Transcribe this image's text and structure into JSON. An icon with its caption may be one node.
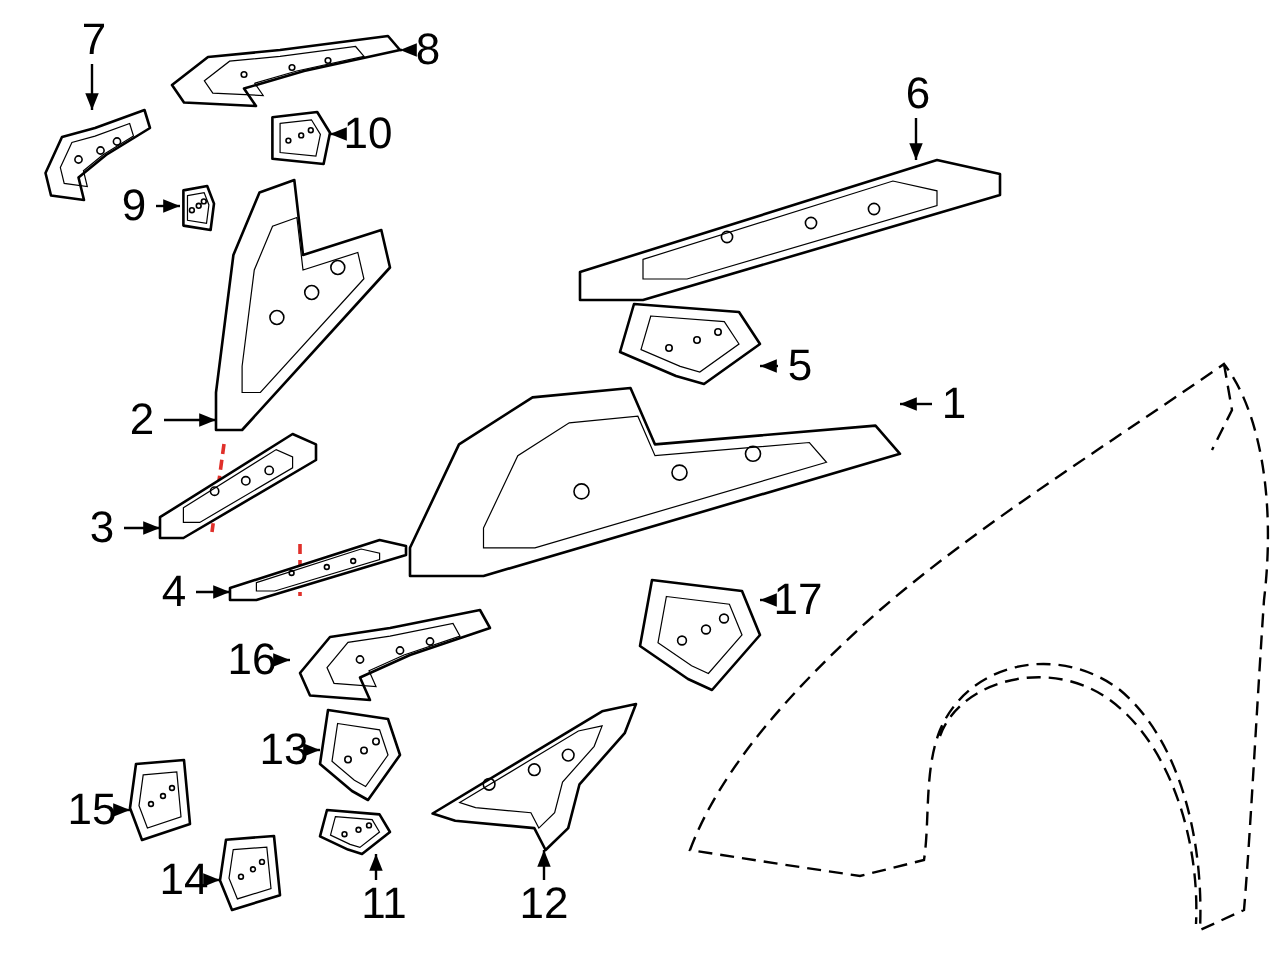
{
  "diagram": {
    "nodes": [
      {
        "text": [
          "7"
        ]
      },
      {
        "text": [
          "8"
        ]
      },
      {
        "text": [
          "6"
        ]
      },
      {
        "text": [
          "10"
        ]
      },
      {
        "text": [
          "9"
        ]
      },
      {
        "text": [
          "5"
        ]
      },
      {
        "text": [
          "2"
        ]
      },
      {
        "text": [
          "1"
        ]
      },
      {
        "text": [
          "3"
        ]
      },
      {
        "text": [
          "4"
        ]
      },
      {
        "text": [
          "17"
        ]
      },
      {
        "text": [
          "16"
        ]
      },
      {
        "text": [
          "13"
        ]
      },
      {
        "text": [
          "15"
        ]
      },
      {
        "text": [
          "14"
        ]
      },
      {
        "text": [
          "11"
        ]
      },
      {
        "text": [
          "12"
        ]
      },
      {
        "text": [],
        "shape": "picture"
      },
      {
        "text": [],
        "shape": "picture"
      },
      {
        "text": [],
        "shape": "picture"
      },
      {
        "text": [],
        "shape": "picture"
      },
      {
        "text": [],
        "shape": "picture"
      },
      {
        "text": [],
        "shape": "picture"
      },
      {
        "text": [],
        "shape": "picture"
      },
      {
        "text": [],
        "shape": "picture"
      },
      {
        "text": [],
        "shape": "picture"
      },
      {
        "text": [],
        "shape": "picture"
      },
      {
        "text": [],
        "shape": "picture"
      },
      {
        "text": [],
        "shape": "picture"
      },
      {
        "text": [],
        "shape": "picture"
      },
      {
        "text": [],
        "shape": "picture"
      },
      {
        "text": [],
        "shape": "picture"
      },
      {
        "text": [],
        "shape": "picture"
      },
      {
        "text": [],
        "shape": "picture"
      }
    ],
    "edges": [
      {
        "from": 0,
        "to": 17,
        "arrow": "to"
      },
      {
        "from": 1,
        "to": 18,
        "arrow": "to"
      },
      {
        "from": 2,
        "to": 19,
        "arrow": "to"
      },
      {
        "from": 3,
        "to": 20,
        "arrow": "to"
      },
      {
        "from": 4,
        "to": 21,
        "arrow": "to"
      },
      {
        "from": 5,
        "to": 22,
        "arrow": "to"
      },
      {
        "from": 6,
        "to": 23,
        "arrow": "to"
      },
      {
        "from": 7,
        "to": 24,
        "arrow": "to"
      },
      {
        "from": 8,
        "to": 25,
        "arrow": "to"
      },
      {
        "from": 9,
        "to": 26,
        "arrow": "to"
      },
      {
        "from": 10,
        "to": 27,
        "arrow": "to"
      },
      {
        "from": 11,
        "to": 28,
        "arrow": "to"
      },
      {
        "from": 12,
        "to": 29,
        "arrow": "to"
      },
      {
        "from": 13,
        "to": 30,
        "arrow": "to"
      },
      {
        "from": 14,
        "to": 31,
        "arrow": "to"
      },
      {
        "from": 15,
        "to": 32,
        "arrow": "to"
      },
      {
        "from": 16,
        "to": 33,
        "arrow": "to"
      }
    ]
  }
}
